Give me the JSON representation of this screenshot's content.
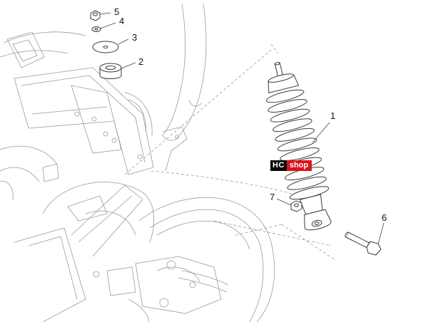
{
  "callouts": [
    {
      "label": "1",
      "part": "shock-absorber"
    },
    {
      "label": "2",
      "part": "rubber-bushing"
    },
    {
      "label": "3",
      "part": "flat-washer"
    },
    {
      "label": "4",
      "part": "small-washer"
    },
    {
      "label": "5",
      "part": "nut"
    },
    {
      "label": "6",
      "part": "bolt"
    },
    {
      "label": "7",
      "part": "lower-nut"
    }
  ],
  "watermark": {
    "left": "HC",
    "right": "shop"
  },
  "colors": {
    "line": "#8c8c8c",
    "part_fill": "#ffffff",
    "part_stroke": "#3a3a3a",
    "badge_black": "#0a0a0a",
    "badge_red": "#d8141c"
  }
}
